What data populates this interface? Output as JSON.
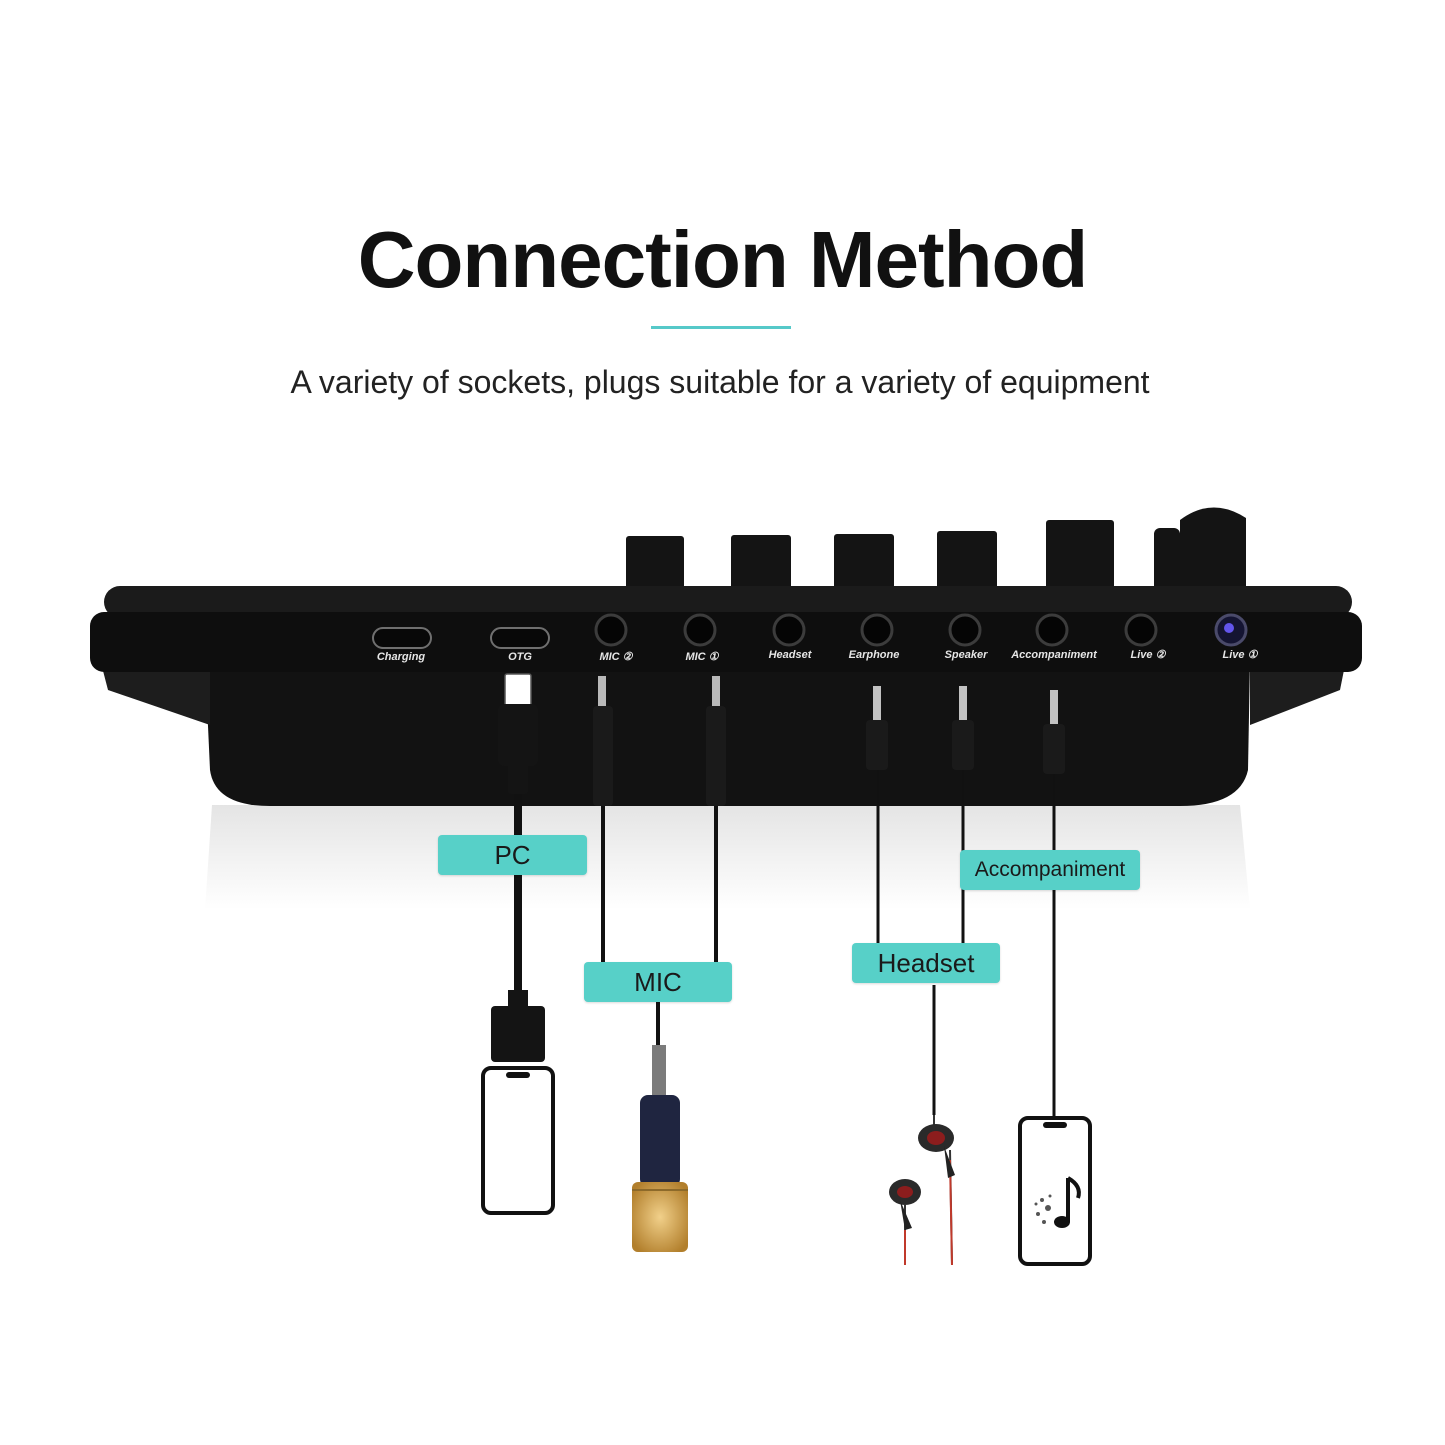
{
  "heading": {
    "title": "Connection Method",
    "subtitle": "A variety of sockets, plugs suitable for a variety of equipment",
    "accent_color": "#56c9c9"
  },
  "device": {
    "ports": [
      {
        "label": "Charging",
        "icon": "usb-c-port-icon"
      },
      {
        "label": "OTG",
        "icon": "usb-c-port-icon"
      },
      {
        "label": "MIC ②",
        "icon": "audio-jack-icon"
      },
      {
        "label": "MIC ①",
        "icon": "audio-jack-icon"
      },
      {
        "label": "Headset",
        "icon": "audio-jack-icon"
      },
      {
        "label": "Earphone",
        "icon": "audio-jack-icon"
      },
      {
        "label": "Speaker",
        "icon": "audio-jack-icon"
      },
      {
        "label": "Accompaniment",
        "icon": "audio-jack-icon"
      },
      {
        "label": "Live ②",
        "icon": "audio-jack-icon"
      },
      {
        "label": "Live ①",
        "icon": "led-button-icon"
      }
    ]
  },
  "tags": {
    "pc": "PC",
    "mic": "MIC",
    "headset": "Headset",
    "accompaniment": "Accompaniment",
    "tag_color": "#57d0c8"
  },
  "devices": {
    "phone": "phone-icon",
    "microphone": "microphone-icon",
    "earphones": "earphones-icon",
    "music_phone": "music-phone-icon"
  }
}
